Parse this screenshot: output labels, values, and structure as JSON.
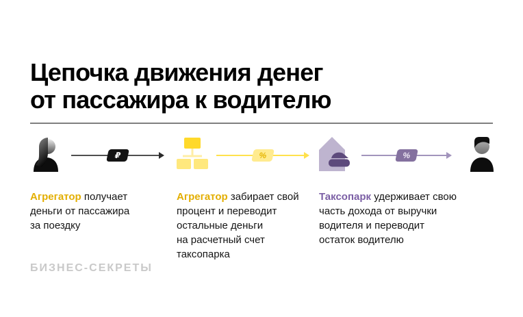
{
  "header": {
    "title": "Цепочка движения денег\nот пассажира к водителю"
  },
  "flow": {
    "icons": [
      "passenger-icon",
      "aggregator-icon",
      "taxipark-icon",
      "driver-icon"
    ],
    "arrows": [
      {
        "badge": "₽",
        "color": "#4f4f4f",
        "badge_bg": "#141414"
      },
      {
        "badge": "%",
        "color": "#ffe14d",
        "badge_bg": "#ffeb8f"
      },
      {
        "badge": "%",
        "color": "#a294bc",
        "badge_bg": "#84719f"
      }
    ],
    "blocks": [
      {
        "lead": "Агрегатор",
        "rest": " получает\nденьги от пассажира\nза поездку"
      },
      {
        "lead": "Агрегатор",
        "rest": " забирает свой\nпроцент и переводит\nостальные деньги\nна расчетный счет\nтаксопарка"
      },
      {
        "lead": "Таксопарк",
        "rest": " удерживает свою\nчасть дохода от выручки\nводителя и переводит\nостаток водителю"
      }
    ]
  },
  "footer": {
    "brand": "БИЗНЕС-СЕКРЕТЫ"
  },
  "colors": {
    "accent_yellow_text": "#e3ae00",
    "accent_purple_text": "#7b5fa5",
    "icon_yellow_bright": "#ffd92b",
    "icon_yellow_light": "#ffe87d",
    "icon_purple_light": "#beb4cf",
    "icon_purple_dark": "#5d4a7c",
    "divider_gray": "#7f7f7f",
    "brand_gray": "#c9c9c9"
  }
}
